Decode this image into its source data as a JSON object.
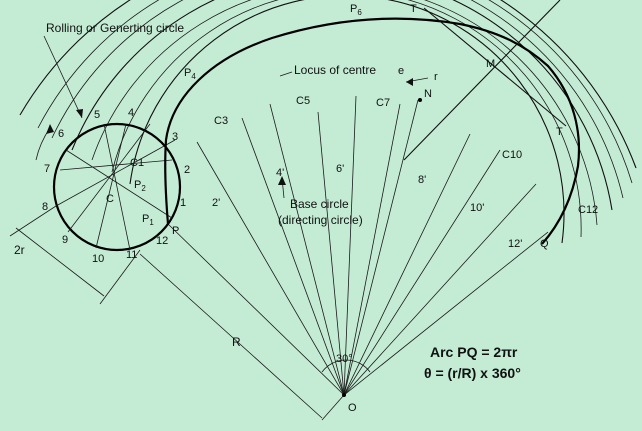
{
  "labels": {
    "rolling_circle": "Rolling or Generting circle",
    "locus_of_centre": "Locus of centre",
    "base_circle_line1": "Base circle",
    "base_circle_line2": "(directing circle)",
    "point_p": "P",
    "point_p1": "P",
    "point_p1_sub": "1",
    "point_p2": "P",
    "point_p2_sub": "2",
    "point_p4": "P",
    "point_p4_sub": "4",
    "point_p6": "P",
    "point_p6_sub": "6",
    "point_q": "Q",
    "point_m": "M",
    "point_n": "N",
    "point_o": "O",
    "point_c": "C",
    "point_c1": "C1",
    "point_c3": "C3",
    "point_c5": "C5",
    "point_c7": "C7",
    "point_c10": "C10",
    "point_c12": "C12",
    "point_e": "e",
    "tangent_top": "T",
    "tangent_bottom": "T",
    "radius_small": "r",
    "radius_large": "R",
    "diameter": "2r",
    "angle": "30°",
    "circle_divisions": [
      "1",
      "2",
      "3",
      "4",
      "5",
      "6",
      "7",
      "8",
      "9",
      "10",
      "11",
      "12"
    ],
    "base_divisions": [
      "2'",
      "4'",
      "6'",
      "8'",
      "10'",
      "12'"
    ]
  },
  "formulas": {
    "arc": "Arc PQ = 2πr",
    "theta": "θ = (r/R) x 360°"
  }
}
